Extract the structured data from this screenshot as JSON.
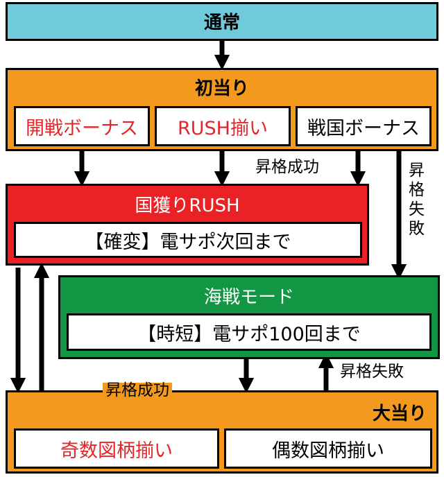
{
  "colors": {
    "top": "#6fcad9",
    "orange": "#f39a1e",
    "red": "#ea2226",
    "green": "#139643",
    "red_text": "#e3262a",
    "black": "#000000",
    "white": "#ffffff"
  },
  "nodes": {
    "normal": "通常",
    "first_hit": "初当り",
    "kaisen_bonus": "開戦ボーナス",
    "rush_match": "RUSH揃い",
    "sengoku_bonus": "戦国ボーナス",
    "kunitori_rush": "国獲りRUSH",
    "kakuhen_note": "【確変】電サポ次回まで",
    "kaisen_mode": "海戦モード",
    "jitan_note": "【時短】電サポ100回まで",
    "big_hit": "大当り",
    "odd_match": "奇数図柄揃い",
    "even_match": "偶数図柄揃い"
  },
  "edges": {
    "promote_success_top": "昇格成功",
    "promote_fail_vertical": "昇格失敗",
    "promote_success_bottom": "昇格成功",
    "promote_fail_bottom": "昇格失敗"
  }
}
